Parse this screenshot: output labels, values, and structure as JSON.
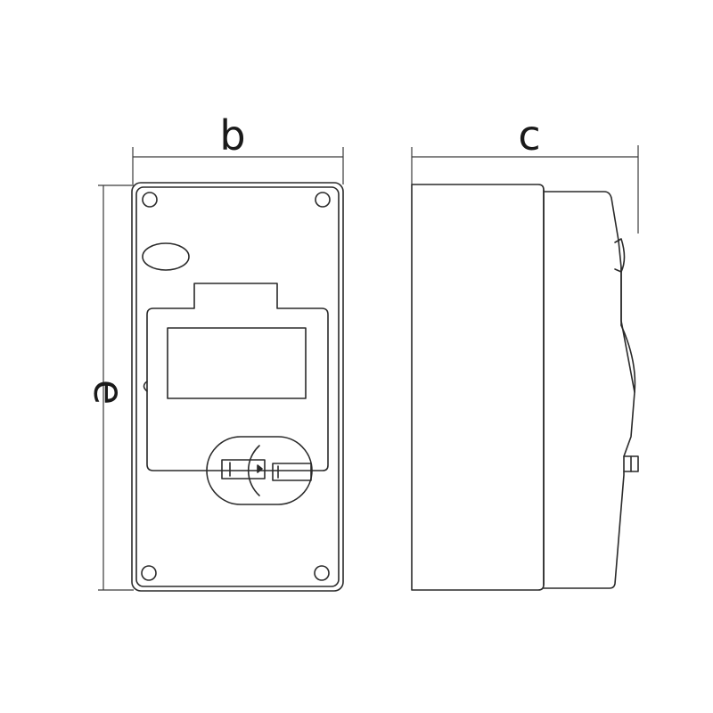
{
  "dimensions": {
    "width_label": "b",
    "depth_label": "c",
    "height_label": "e"
  },
  "colors": {
    "line": "#2a2a2a",
    "background": "#ffffff"
  }
}
